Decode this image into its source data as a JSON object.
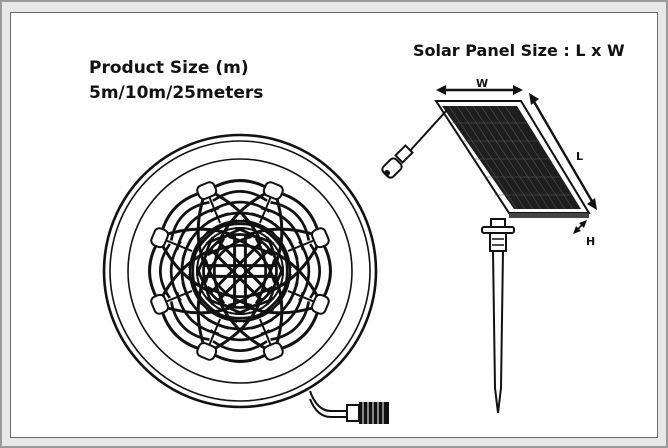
{
  "product": {
    "title": "Product Size (m)",
    "sizes": "5m/10m/25meters"
  },
  "solar_panel": {
    "title": "Solar Panel Size : L x W",
    "dim_w": "W",
    "dim_l": "L",
    "dim_h": "H"
  },
  "colors": {
    "line": "#111111",
    "frame": "#e7e7e7",
    "background": "#ffffff"
  }
}
